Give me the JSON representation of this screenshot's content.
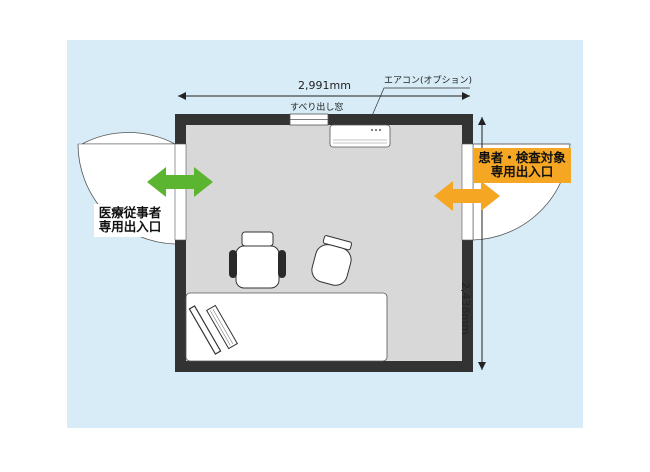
{
  "labels": {
    "width_dimension": "2,991mm",
    "height_dimension": "2,438mm",
    "aircon": "エアコン(オプション)",
    "sliding_window": "すべり出し窓",
    "staff_entrance_line1": "医療従事者",
    "staff_entrance_line2": "専用出入口",
    "patient_entrance_line1": "患者・検査対象",
    "patient_entrance_line2": "専用出入口"
  },
  "colors": {
    "background": "#d7ecf7",
    "wall": "#333333",
    "floor": "#d8d8d8",
    "staff_arrow": "#5cb531",
    "patient_arrow": "#f5a623"
  }
}
